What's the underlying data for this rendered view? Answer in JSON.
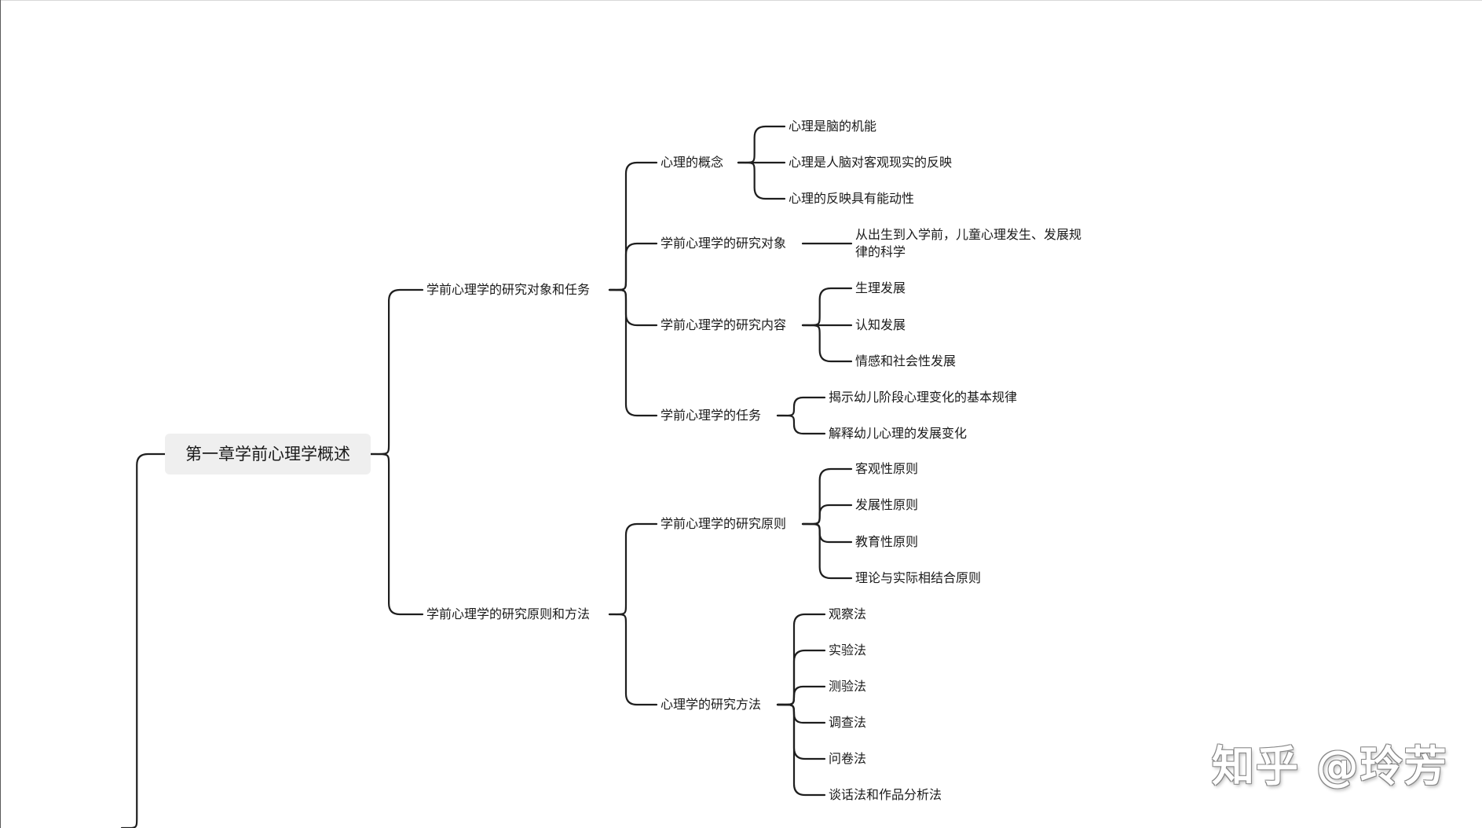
{
  "mindmap": {
    "root": "第一章学前心理学概述",
    "branches": [
      {
        "label": "学前心理学的研究对象和任务",
        "children": [
          {
            "label": "心理的概念",
            "children": [
              "心理是脑的机能",
              "心理是人脑对客观现实的反映",
              "心理的反映具有能动性"
            ]
          },
          {
            "label": "学前心理学的研究对象",
            "children": [
              "从出生到入学前，儿童心理发生、发展规律的科学"
            ]
          },
          {
            "label": "学前心理学的研究内容",
            "children": [
              "生理发展",
              "认知发展",
              "情感和社会性发展"
            ]
          },
          {
            "label": "学前心理学的任务",
            "children": [
              "揭示幼儿阶段心理变化的基本规律",
              "解释幼儿心理的发展变化"
            ]
          }
        ]
      },
      {
        "label": "学前心理学的研究原则和方法",
        "children": [
          {
            "label": "学前心理学的研究原则",
            "children": [
              "客观性原则",
              "发展性原则",
              "教育性原则",
              "理论与实际相结合原则"
            ]
          },
          {
            "label": "心理学的研究方法",
            "children": [
              "观察法",
              "实验法",
              "测验法",
              "调查法",
              "问卷法",
              "谈话法和作品分析法"
            ]
          }
        ]
      }
    ]
  },
  "watermark": "知乎 @玲芳",
  "colors": {
    "line": "#1e1e1e",
    "root_bg": "#efefef",
    "text": "#1a1a1a"
  }
}
